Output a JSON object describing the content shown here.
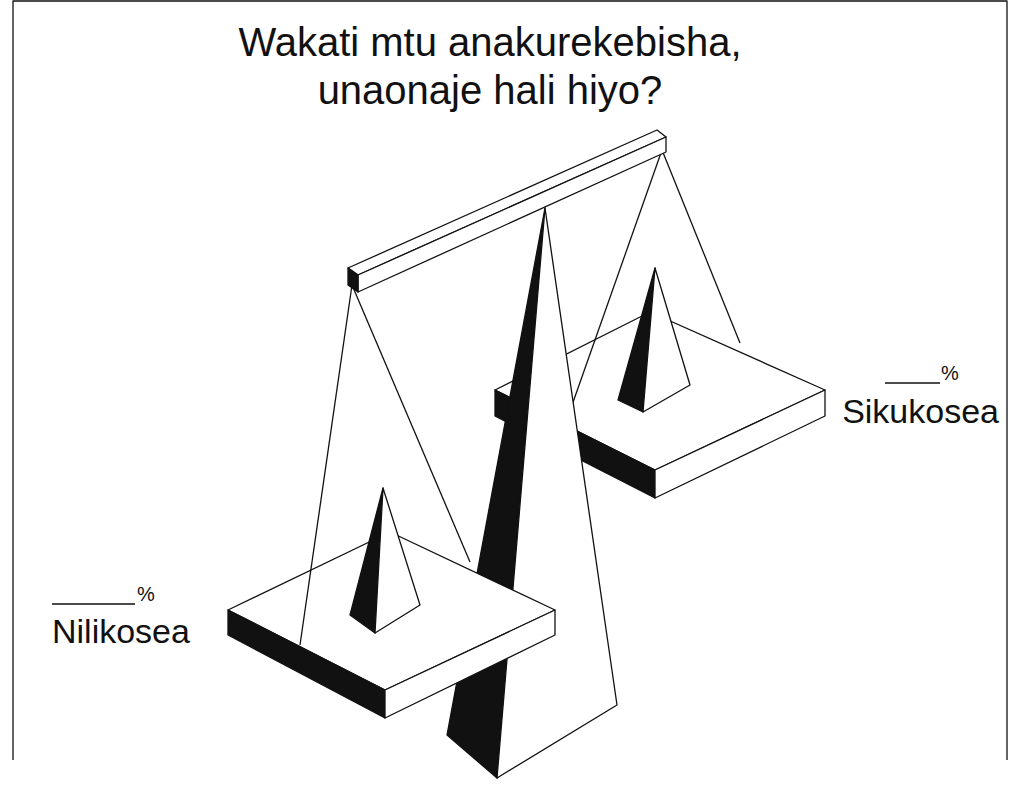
{
  "diagram": {
    "title": "Wakati mtu anakurekebisha, unaonaje hali hiyo?",
    "labels": [
      "%",
      "Sikukosea",
      "%",
      "Nilikosea"
    ]
  }
}
